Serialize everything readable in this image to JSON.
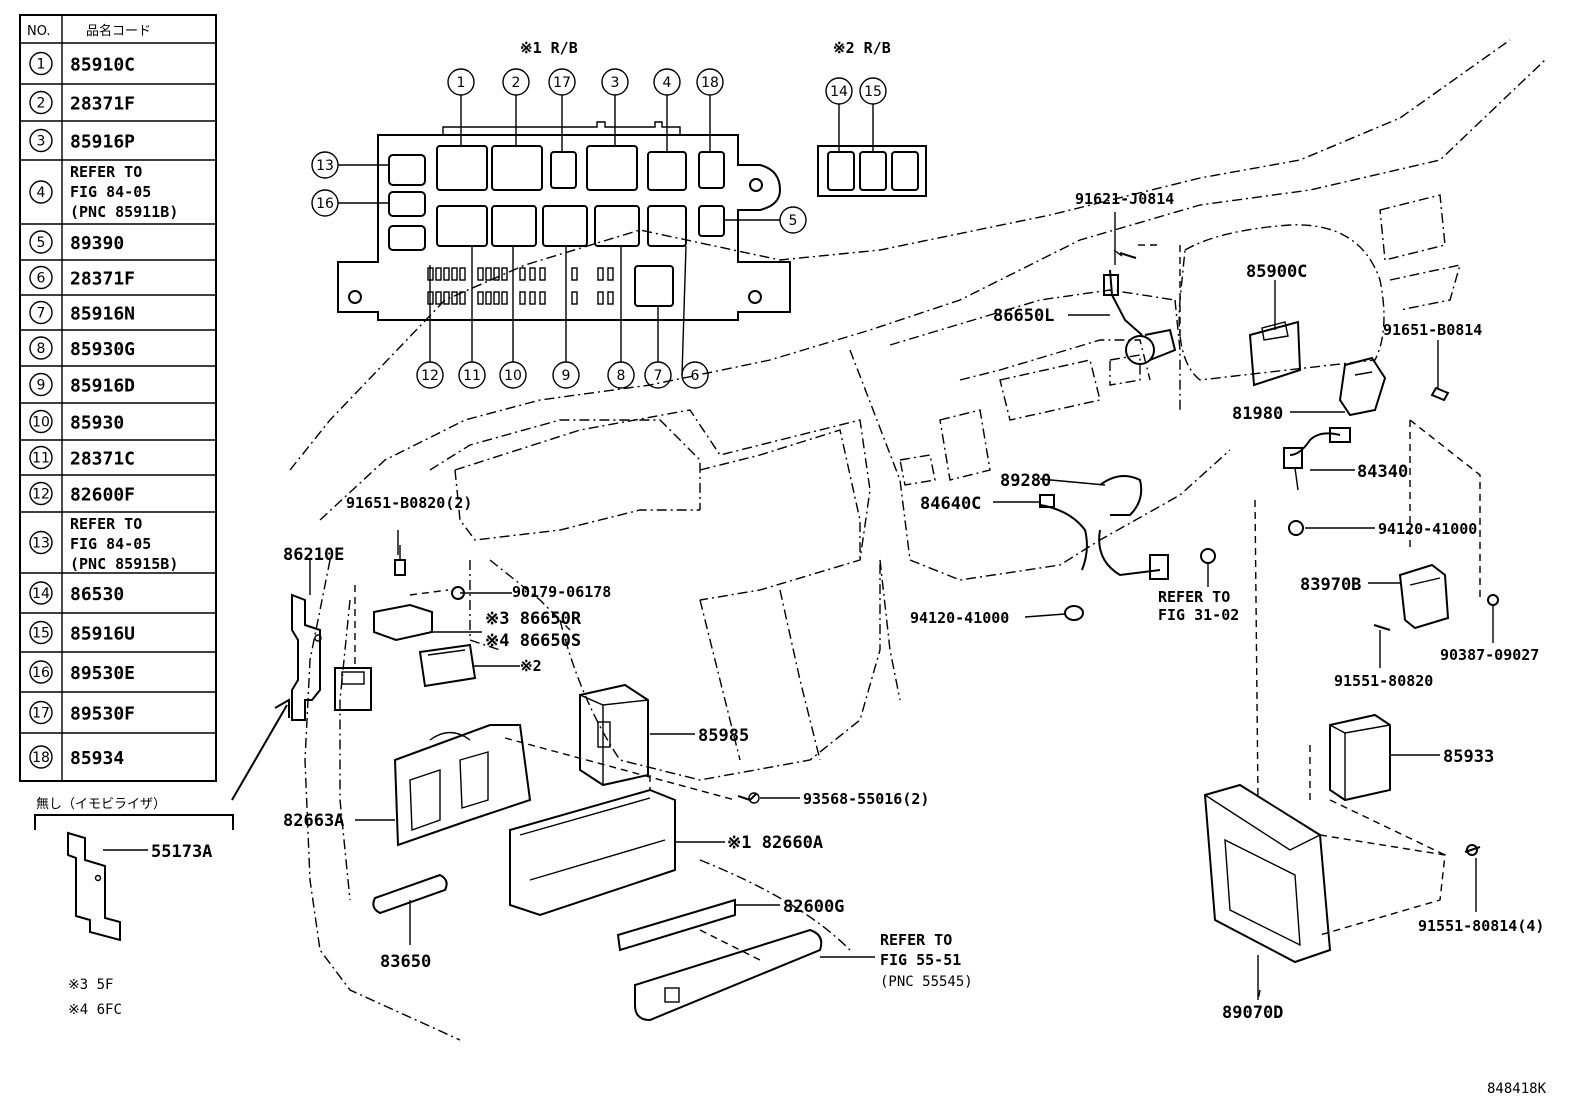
{
  "table": {
    "header_no": "NO.",
    "header_code": "品名コード",
    "rows": [
      {
        "no": "1",
        "code": [
          "85910C"
        ]
      },
      {
        "no": "2",
        "code": [
          "28371F"
        ]
      },
      {
        "no": "3",
        "code": [
          "85916P"
        ]
      },
      {
        "no": "4",
        "code": [
          "REFER TO",
          "FIG 84-05",
          "(PNC 85911B)"
        ]
      },
      {
        "no": "5",
        "code": [
          "89390"
        ]
      },
      {
        "no": "6",
        "code": [
          "28371F"
        ]
      },
      {
        "no": "7",
        "code": [
          "85916N"
        ]
      },
      {
        "no": "8",
        "code": [
          "85930G"
        ]
      },
      {
        "no": "9",
        "code": [
          "85916D"
        ]
      },
      {
        "no": "10",
        "code": [
          "85930"
        ]
      },
      {
        "no": "11",
        "code": [
          "28371C"
        ]
      },
      {
        "no": "12",
        "code": [
          "82600F"
        ]
      },
      {
        "no": "13",
        "code": [
          "REFER TO",
          "FIG 84-05",
          "(PNC 85915B)"
        ]
      },
      {
        "no": "14",
        "code": [
          "86530"
        ]
      },
      {
        "no": "15",
        "code": [
          "85916U"
        ]
      },
      {
        "no": "16",
        "code": [
          "89530E"
        ]
      },
      {
        "no": "17",
        "code": [
          "89530F"
        ]
      },
      {
        "no": "18",
        "code": [
          "85934"
        ]
      }
    ]
  },
  "rb1_label": "※1 R/B",
  "rb2_label": "※2 R/B",
  "immobilizer_label": "無し（イモビライザ）",
  "notes": [
    "※3 5F",
    "※4 6FC"
  ],
  "part_labels": {
    "p55173A": "55173A",
    "p91651B0820": "91651-B0820(2)",
    "p86210E": "86210E",
    "p9017906178": "90179-06178",
    "p86650R": "※3 86650R",
    "p86650S": "※4 86650S",
    "pX2": "※2",
    "p85985": "85985",
    "p82663A": "82663A",
    "p9356855016": "93568-55016(2)",
    "p82660A": "※1 82660A",
    "p82600G": "82600G",
    "p83650": "83650",
    "p91621J0814": "91621-J0814",
    "p86650L": "86650L",
    "p85900C": "85900C",
    "p91651B0814": "91651-B0814",
    "p81980": "81980",
    "p84340": "84340",
    "p89280": "89280",
    "p84640C": "84640C",
    "p9412041000a": "94120-41000",
    "p9412041000b": "94120-41000",
    "p83970B": "83970B",
    "p9155180820": "91551-80820",
    "p9038709027": "90387-09027",
    "p85933": "85933",
    "p9155180814": "91551-80814(4)",
    "p89070D": "89070D"
  },
  "refer_3102": [
    "REFER TO",
    "FIG 31-02"
  ],
  "refer_5551": [
    "REFER TO",
    "FIG 55-51",
    "(PNC 55545)"
  ],
  "figure_id": "848418K"
}
